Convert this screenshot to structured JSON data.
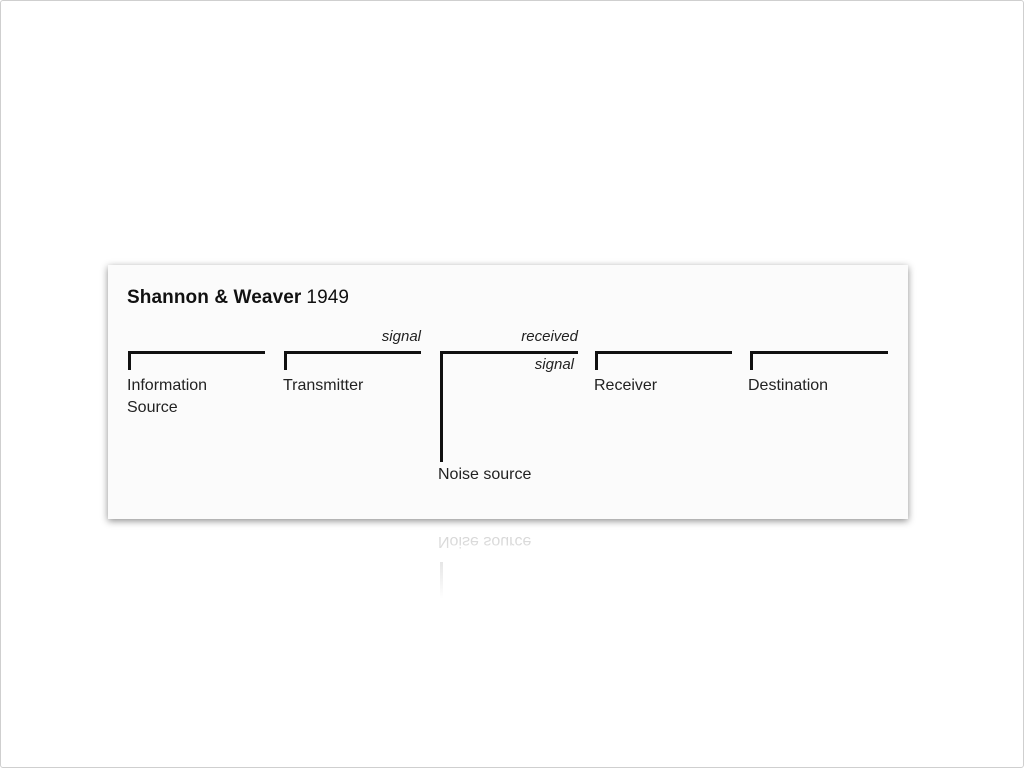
{
  "diagram": {
    "title_bold": "Shannon & Weaver",
    "title_year": "1949",
    "nodes": [
      {
        "id": "information-source",
        "label_lines": [
          "Information",
          "Source"
        ]
      },
      {
        "id": "transmitter",
        "label_lines": [
          "Transmitter"
        ]
      },
      {
        "id": "noise-source",
        "label_lines": [
          "Noise source"
        ]
      },
      {
        "id": "receiver",
        "label_lines": [
          "Receiver"
        ]
      },
      {
        "id": "destination",
        "label_lines": [
          "Destination"
        ]
      }
    ],
    "edge_labels": {
      "signal": "signal",
      "received_line1": "received",
      "received_line2": "signal"
    }
  },
  "colors": {
    "line": "#111111",
    "text": "#222222",
    "card_background": "#fbfbfb"
  }
}
